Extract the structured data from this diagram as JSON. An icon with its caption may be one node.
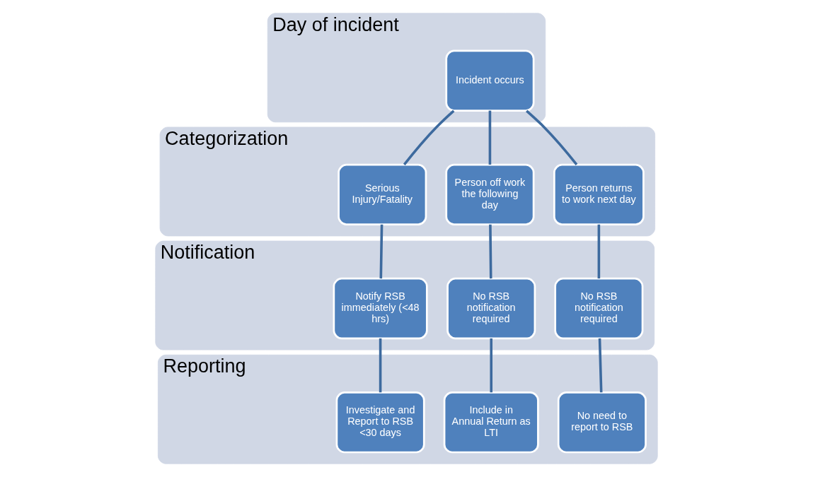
{
  "diagram": {
    "nodes": [
      {
        "text": [
          "Day of incident"
        ]
      },
      {
        "text": [
          "Incident occurs"
        ],
        "in": 0
      },
      {
        "text": [
          "Categorization"
        ]
      },
      {
        "text": [
          "Serious Injury/Fatality"
        ],
        "in": 2
      },
      {
        "text": [
          "Person off work the following day"
        ],
        "in": 2
      },
      {
        "text": [
          "Person returns to work next day"
        ],
        "in": 2
      },
      {
        "text": [
          "Notification"
        ]
      },
      {
        "text": [
          "Notify RSB immediately (<48 hrs)"
        ],
        "in": 6
      },
      {
        "text": [
          "No RSB notification required"
        ],
        "in": 6
      },
      {
        "text": [
          "No RSB notification required"
        ],
        "in": 6
      },
      {
        "text": [
          "Reporting"
        ]
      },
      {
        "text": [
          "Investigate and Report to RSB <30 days"
        ],
        "in": 10
      },
      {
        "text": [
          "Include in Annual Return as LTI"
        ],
        "in": 10
      },
      {
        "text": [
          "No need to report to RSB"
        ],
        "in": 10
      }
    ],
    "edges": [
      {
        "from": 1,
        "to": 3,
        "arrow": "none"
      },
      {
        "from": 1,
        "to": 4,
        "arrow": "none"
      },
      {
        "from": 1,
        "to": 5,
        "arrow": "none"
      },
      {
        "from": 3,
        "to": 7,
        "arrow": "none"
      },
      {
        "from": 4,
        "to": 8,
        "arrow": "none"
      },
      {
        "from": 5,
        "to": 9,
        "arrow": "none"
      },
      {
        "from": 7,
        "to": 11,
        "arrow": "none"
      },
      {
        "from": 8,
        "to": 12,
        "arrow": "none"
      },
      {
        "from": 9,
        "to": 13,
        "arrow": "none"
      }
    ]
  }
}
